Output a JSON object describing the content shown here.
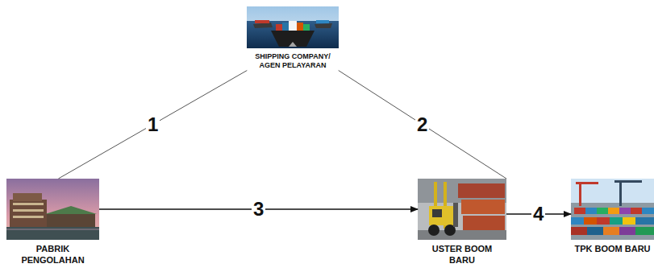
{
  "diagram": {
    "nodes": [
      {
        "text": [
          "SHIPPING COMPANY/ AGEN PELAYARAN"
        ]
      },
      {
        "text": [
          "PABRIK PENGOLAHAN"
        ]
      },
      {
        "text": [
          "USTER BOOM BARU"
        ]
      },
      {
        "text": [
          "TPK BOOM BARU"
        ]
      }
    ],
    "edges": [
      {
        "from": 1,
        "to": 0,
        "label": "1",
        "arrow": "none"
      },
      {
        "from": 0,
        "to": 2,
        "label": "2",
        "arrow": "none"
      },
      {
        "from": 1,
        "to": 2,
        "label": "3",
        "arrow": "to"
      },
      {
        "from": 2,
        "to": 3,
        "label": "4",
        "arrow": "to"
      }
    ]
  }
}
